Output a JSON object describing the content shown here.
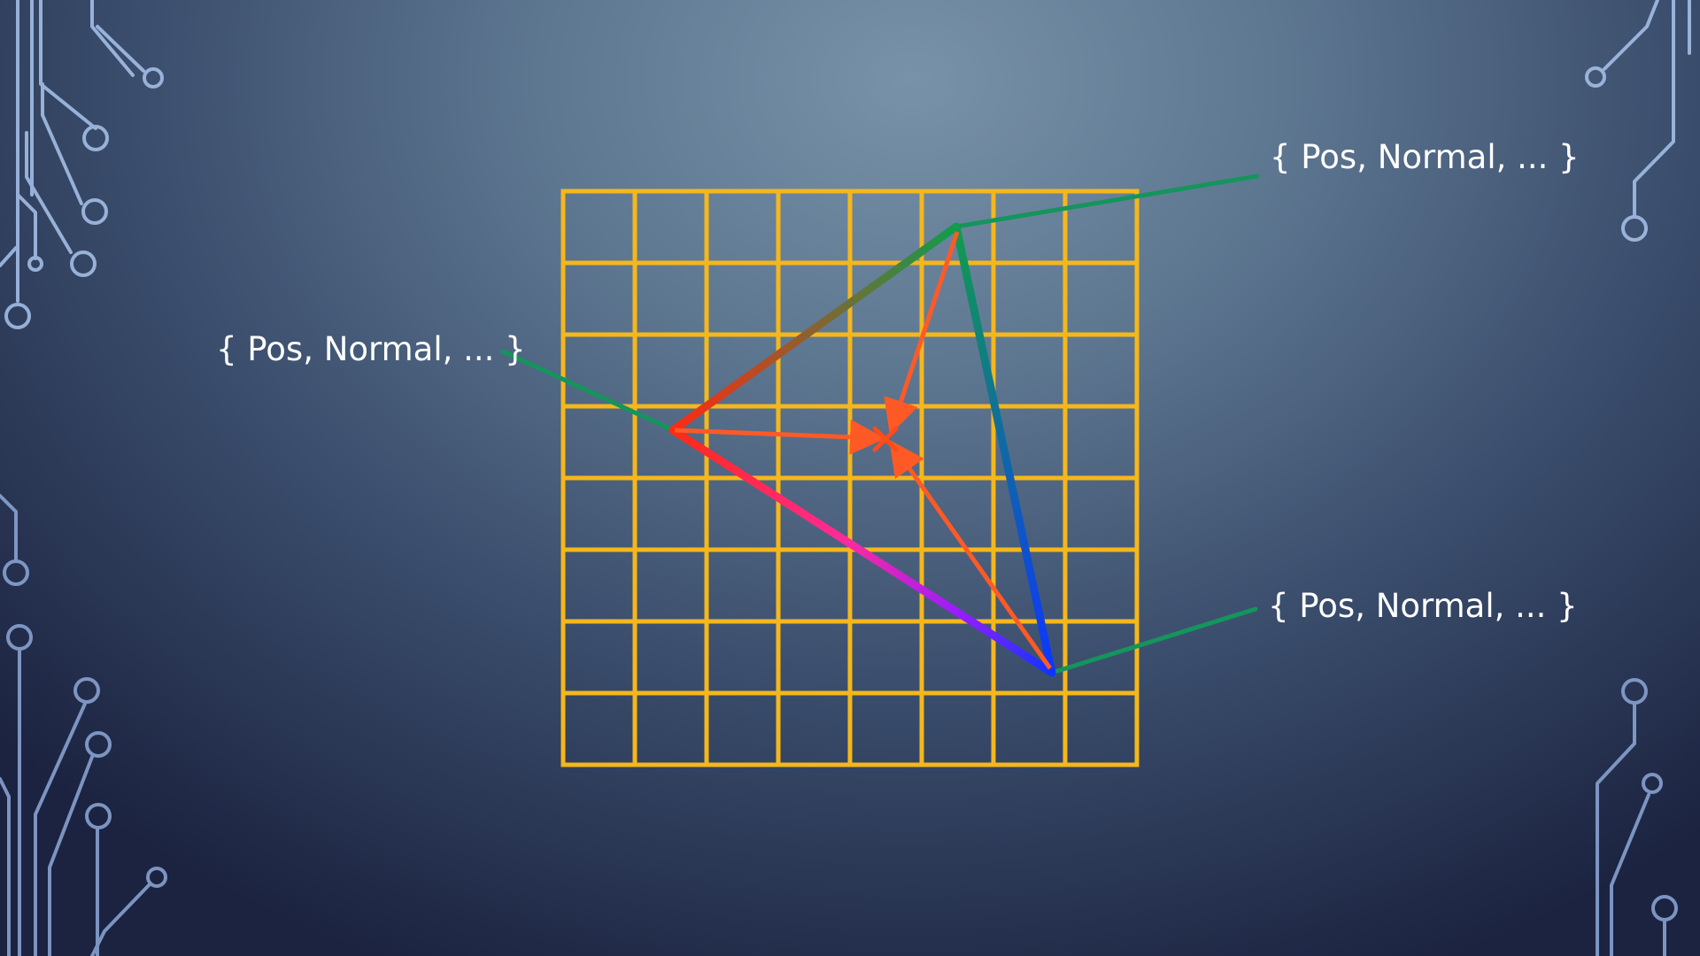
{
  "slide": {
    "vertex_labels": {
      "top": "{ Pos, Normal, ... }",
      "left": "{ Pos, Normal, ... }",
      "bottom": "{ Pos, Normal, ... }"
    },
    "colors": {
      "grid": "#f4b71c",
      "leader": "#14955c",
      "arrow": "#ff5a26",
      "vertex_top": "#119c4d",
      "vertex_left": "#ff2a12",
      "vertex_bottom": "#0d35ff",
      "circuit": "#9ab6e0"
    },
    "decorations": [
      "circuit-trace-top-left",
      "circuit-trace-bottom-left",
      "circuit-trace-top-right",
      "circuit-trace-bottom-right"
    ]
  }
}
